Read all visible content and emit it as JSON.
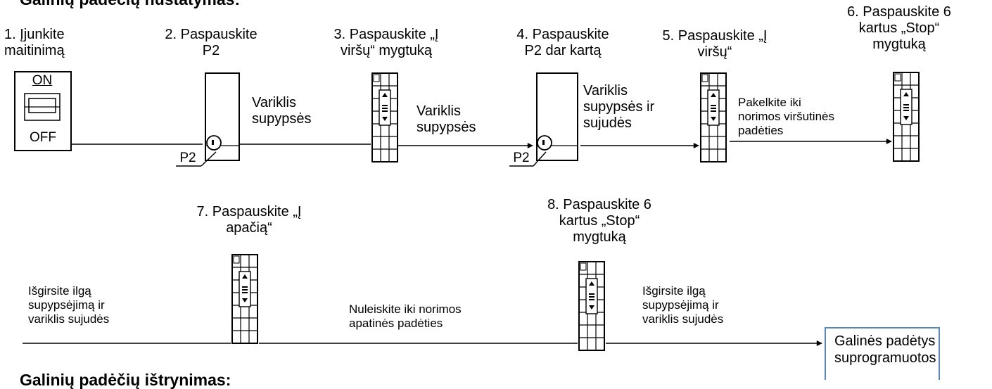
{
  "headings": {
    "top": "Galinių padėčių nustatymas:",
    "bottom": "Galinių padėčių ištrynimas:"
  },
  "switch": {
    "on": "ON",
    "off": "OFF"
  },
  "p2_label": "P2",
  "steps": [
    "1. Įjunkite\nmaitinimą",
    "2. Paspauskite\nP2",
    "3. Paspauskite „Į\nviršų“ mygtuką",
    "4. Paspauskite\nP2 dar kartą",
    "5. Paspauskite „Į\nviršų“",
    "6. Paspauskite 6\nkartus „Stop“\nmygtuką",
    "7. Paspauskite „Į\napačią“",
    "8. Paspauskite 6\nkartus „Stop“\nmygtuką"
  ],
  "annotations": [
    "Variklis\nsupypsės",
    "Variklis\nsupypsės",
    "Variklis\nsupypsės ir\nsujudės",
    "Pakelkite iki\nnorimos viršutinės\npadėties",
    "Išgirsite ilgą\nsupypsėjimą ir\nvariklis sujudės",
    "Nuleiskite iki norimos\napatinės padėties",
    "Išgirsite ilgą\nsupypsėjimą ir\nvariklis sujudės"
  ],
  "result": "Galinės padėtys\nsuprogramuotos",
  "colors": {
    "line": "#000000",
    "result_border": "#5b86b9"
  },
  "icons": [
    "power-switch-icon",
    "receiver-unit-icon",
    "remote-control-icon",
    "arrow-right-icon"
  ]
}
